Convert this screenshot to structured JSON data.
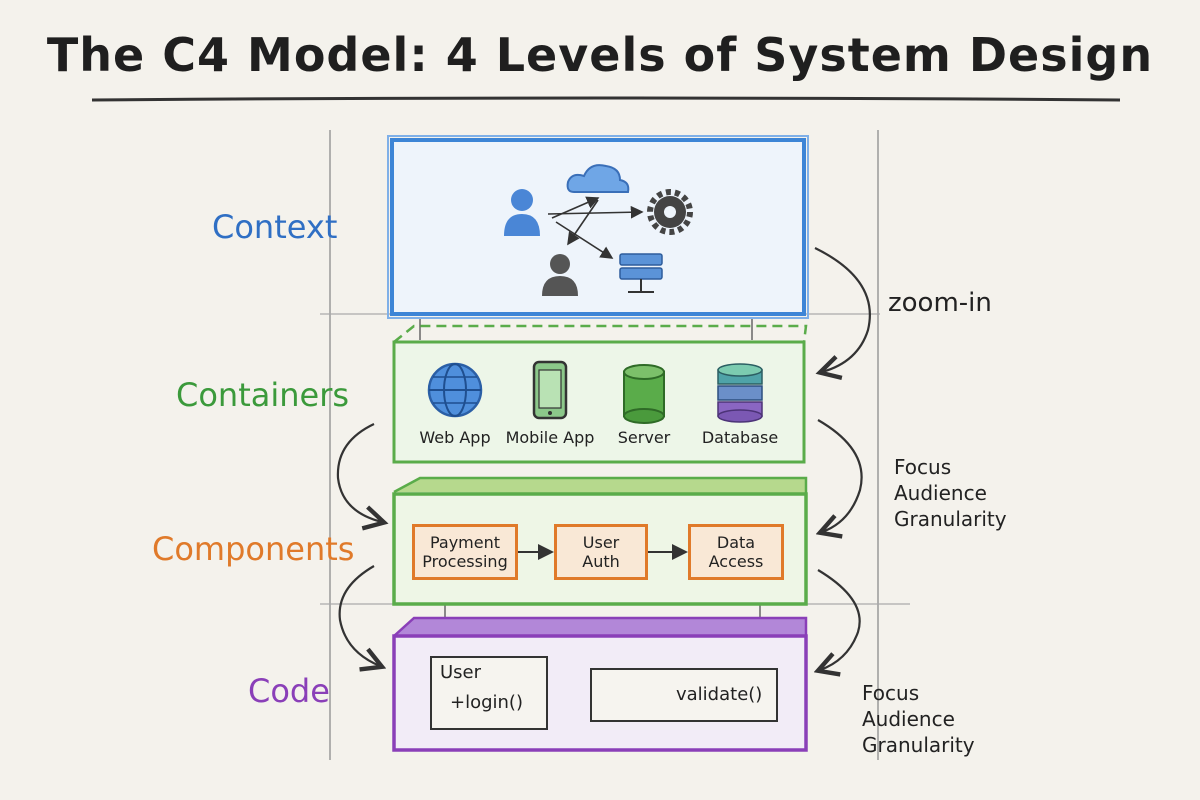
{
  "title": "The C4 Model: 4 Levels of System Design",
  "levels": [
    {
      "label": "Context",
      "color": "#2f6fc4"
    },
    {
      "label": "Containers",
      "color": "#3b9a3b"
    },
    {
      "label": "Components",
      "color": "#e07a2a"
    },
    {
      "label": "Code",
      "color": "#8a3fb8"
    }
  ],
  "zoom_label": "zoom-in",
  "side_notes": {
    "first": [
      "Focus",
      "Audience",
      "Granularity"
    ],
    "second": [
      "Focus",
      "Audience",
      "Granularity"
    ]
  },
  "context_icons": [
    "person-icon",
    "person-icon",
    "cloud-icon",
    "gear-icon",
    "server-icon"
  ],
  "containers": [
    {
      "label": "Web App",
      "icon": "globe-icon"
    },
    {
      "label": "Mobile App",
      "icon": "phone-icon"
    },
    {
      "label": "Server",
      "icon": "cylinder-icon"
    },
    {
      "label": "Database",
      "icon": "database-icon"
    }
  ],
  "components": [
    {
      "line1": "Payment",
      "line2": "Processing"
    },
    {
      "line1": "User",
      "line2": "Auth"
    },
    {
      "line1": "Data",
      "line2": "Access"
    }
  ],
  "code": {
    "class_name": "User",
    "method": "+login()",
    "call": "validate()"
  }
}
